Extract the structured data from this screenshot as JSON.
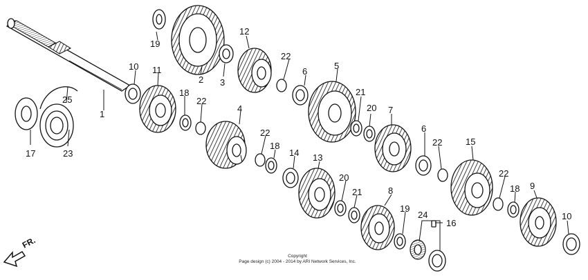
{
  "orientation_label": "FR.",
  "copyright": {
    "line1": "Copyright",
    "line2": "Page design (c) 2004 - 2014 by ARI Network Services, Inc."
  },
  "callouts": [
    {
      "id": "1",
      "label": "1"
    },
    {
      "id": "2",
      "label": "2"
    },
    {
      "id": "3",
      "label": "3"
    },
    {
      "id": "4",
      "label": "4"
    },
    {
      "id": "5",
      "label": "5"
    },
    {
      "id": "6a",
      "label": "6"
    },
    {
      "id": "6b",
      "label": "6"
    },
    {
      "id": "7",
      "label": "7"
    },
    {
      "id": "8",
      "label": "8"
    },
    {
      "id": "9",
      "label": "9"
    },
    {
      "id": "10a",
      "label": "10"
    },
    {
      "id": "10b",
      "label": "10"
    },
    {
      "id": "11",
      "label": "11"
    },
    {
      "id": "12",
      "label": "12"
    },
    {
      "id": "13",
      "label": "13"
    },
    {
      "id": "14",
      "label": "14"
    },
    {
      "id": "15",
      "label": "15"
    },
    {
      "id": "16",
      "label": "16"
    },
    {
      "id": "17",
      "label": "17"
    },
    {
      "id": "18a",
      "label": "18"
    },
    {
      "id": "18b",
      "label": "18"
    },
    {
      "id": "18c",
      "label": "18"
    },
    {
      "id": "19a",
      "label": "19"
    },
    {
      "id": "19b",
      "label": "19"
    },
    {
      "id": "20a",
      "label": "20"
    },
    {
      "id": "20b",
      "label": "20"
    },
    {
      "id": "21a",
      "label": "21"
    },
    {
      "id": "21b",
      "label": "21"
    },
    {
      "id": "22a",
      "label": "22"
    },
    {
      "id": "22b",
      "label": "22"
    },
    {
      "id": "22c",
      "label": "22"
    },
    {
      "id": "22d",
      "label": "22"
    },
    {
      "id": "22e",
      "label": "22"
    },
    {
      "id": "23",
      "label": "23"
    },
    {
      "id": "24",
      "label": "24"
    },
    {
      "id": "25",
      "label": "25"
    }
  ]
}
